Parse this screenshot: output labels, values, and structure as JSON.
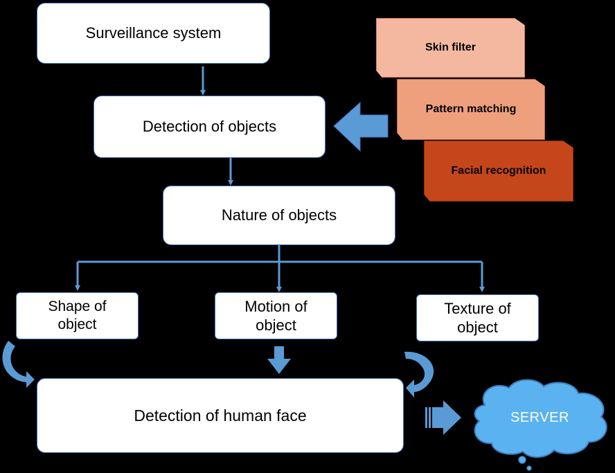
{
  "nodes": {
    "surveillance": "Surveillance system",
    "detection_objects": "Detection of objects",
    "nature_objects": "Nature of objects",
    "shape_line1": "Shape of",
    "shape_line2": "object",
    "motion_line1": "Motion of",
    "motion_line2": "object",
    "texture_line1": "Texture of",
    "texture_line2": "object",
    "detection_face": "Detection of human face"
  },
  "methods": {
    "skin_filter": "Skin filter",
    "pattern_matching": "Pattern matching",
    "facial_recognition": "Facial recognition"
  },
  "server": "SERVER",
  "colors": {
    "background": "#000000",
    "arrow": "#5b9bd5",
    "box_border": "#4472c4",
    "skin_filter": "#f4b8a0",
    "pattern_matching": "#ee9f7c",
    "facial_recognition": "#c5461a",
    "cloud": "#5bb2f0"
  }
}
